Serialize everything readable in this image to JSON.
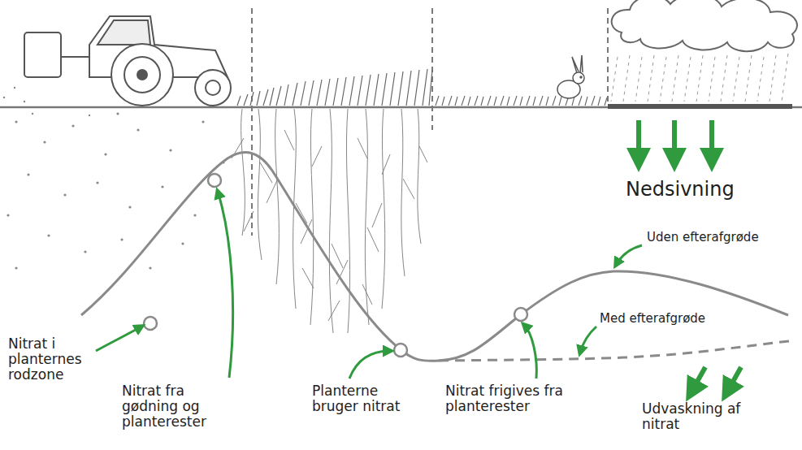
{
  "diagram": {
    "labels": [
      "Nedsivning",
      "Uden efterafgrøde",
      "Med efterafgrøde",
      "Nitrat i planternes rodzone",
      "Nitrat fra gødning og planterester",
      "Planterne bruger nitrat",
      "Nitrat frigives fra planterester",
      "Udvaskning af nitrat"
    ]
  }
}
